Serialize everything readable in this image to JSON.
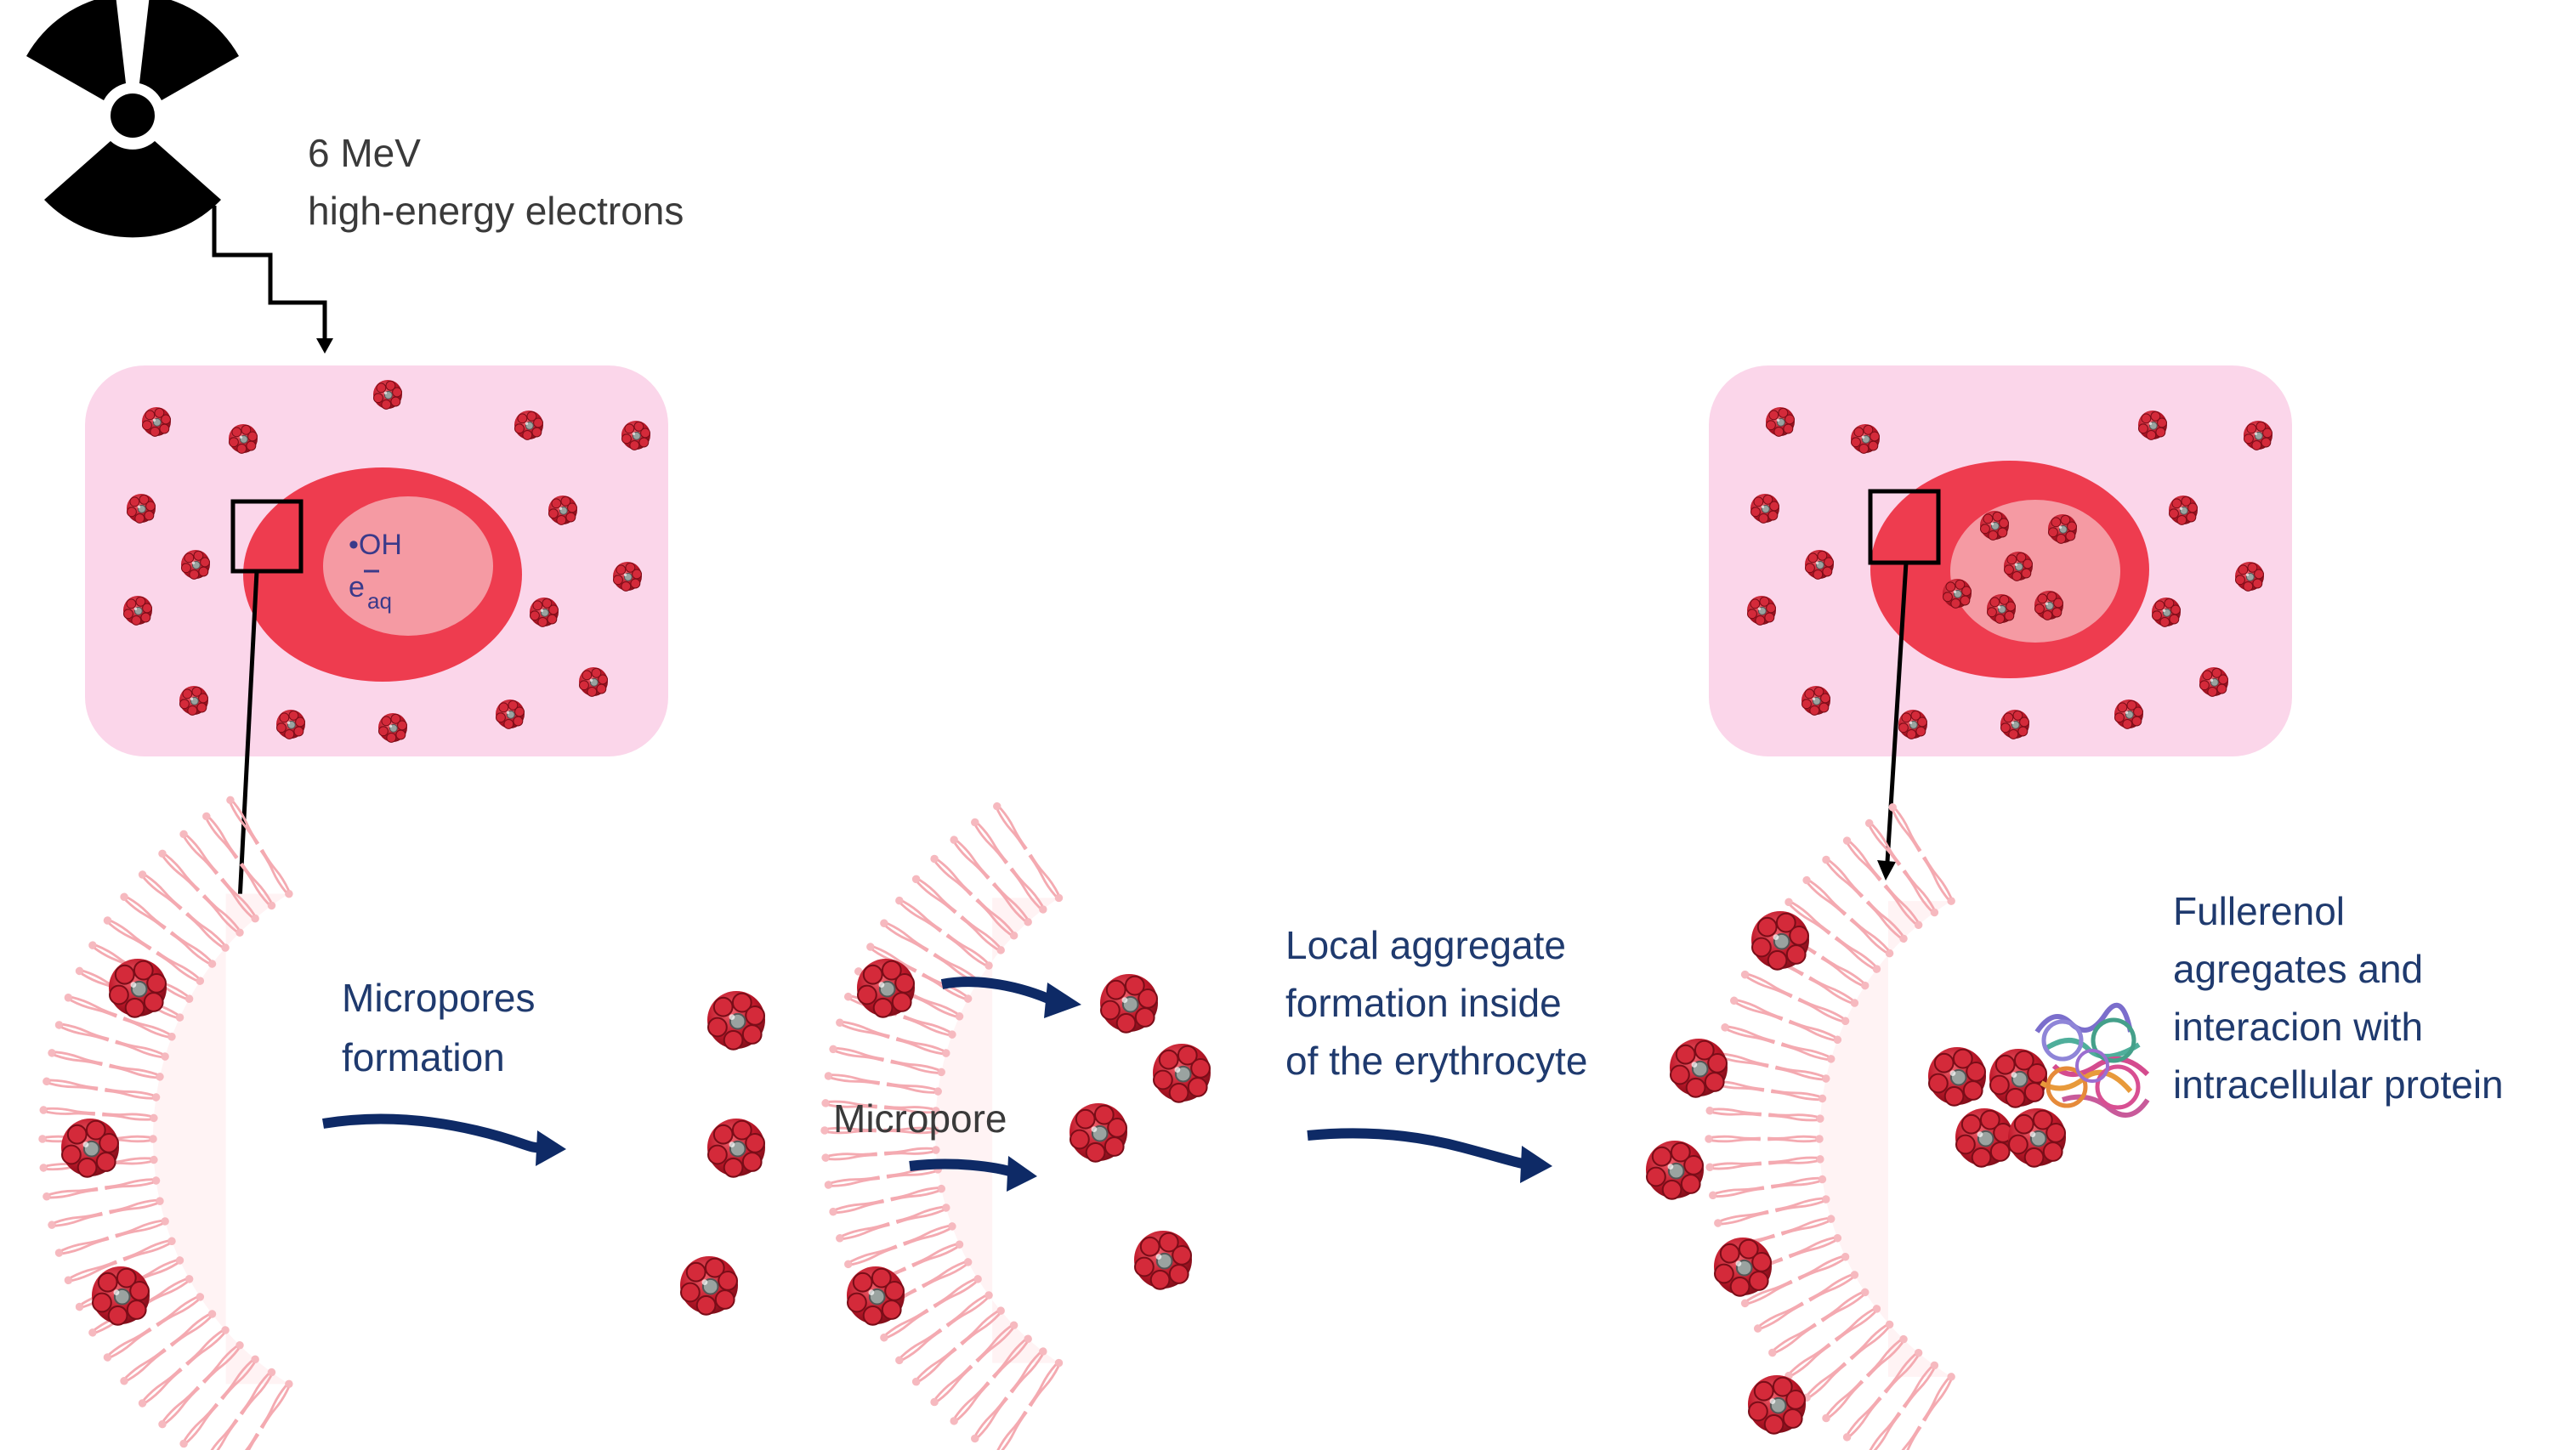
{
  "labels": {
    "energy_value": "6 MeV",
    "energy_desc": "high-energy electrons",
    "hydroxyl": "•OH",
    "electron": "e",
    "electron_sub": "aq",
    "micropores_1": "Micropores",
    "micropores_2": "formation",
    "micropore": "Micropore",
    "local_1": "Local aggregate",
    "local_2": "formation inside",
    "local_3": "of the erythrocyte",
    "agg_1": "Fullerenol",
    "agg_2": "agregates and",
    "agg_3": "interacion with",
    "agg_4": "intracellular protein"
  },
  "icons": {
    "radiation": "radiation-hazard-icon",
    "fullerenol": "fullerenol-molecule-icon",
    "protein": "protein-structure-icon"
  },
  "colors": {
    "cell_bg": "#fbd6ea",
    "erythrocyte_outer": "#ee3c4f",
    "erythrocyte_inner": "#f59aa3",
    "arrow_blue": "#0e2a66",
    "membrane": "#f4b0b6",
    "fullerenol": "#c0182a"
  }
}
